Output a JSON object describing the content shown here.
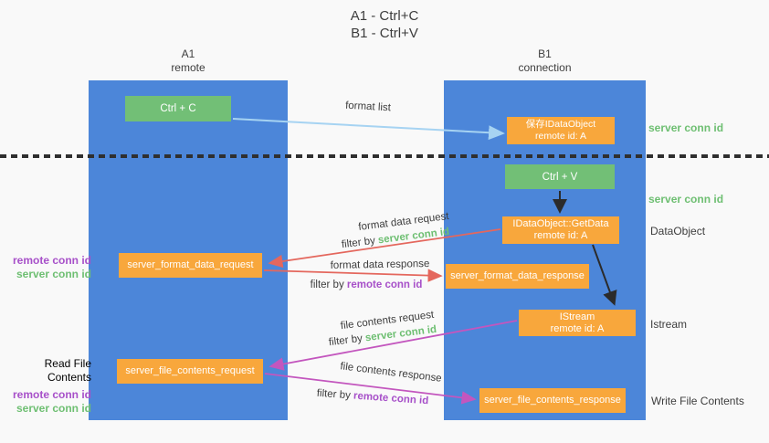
{
  "title": {
    "line1": "A1 - Ctrl+C",
    "line2": "B1 - Ctrl+V"
  },
  "lanes": {
    "left": {
      "title": "A1",
      "subtitle": "remote"
    },
    "right": {
      "title": "B1",
      "subtitle": "connection"
    }
  },
  "nodes": {
    "ctrl_c": {
      "label": "Ctrl + C"
    },
    "ctrl_v": {
      "label": "Ctrl + V"
    },
    "save_dataobject": {
      "line1": "保存IDataObject",
      "line2": "remote id: A"
    },
    "getdata": {
      "line1": "IDataObject::GetData",
      "line2": "remote id: A"
    },
    "istream": {
      "line1": "IStream",
      "line2": "remote id: A"
    },
    "format_request": {
      "label": "server_format_data_request"
    },
    "format_response": {
      "label": "server_format_data_response"
    },
    "file_request": {
      "label": "server_file_contents_request"
    },
    "file_response": {
      "label": "server_file_contents_response"
    }
  },
  "arrow_labels": {
    "format_list": "format list",
    "format_data_request": "format data request",
    "format_data_response": "format data response",
    "file_contents_request": "file contents request",
    "file_contents_response": "file contents response",
    "filter_by": "filter by",
    "server_conn_id": "server conn id",
    "remote_conn_id": "remote conn id"
  },
  "side_labels": {
    "server_conn_id_top": "server conn id",
    "server_conn_id_mid": "server conn id",
    "dataobject": "DataObject",
    "istream": "Istream",
    "write_file_contents": "Write File Contents",
    "read_file_contents": "Read File Contents",
    "remote_conn_id": "remote conn id",
    "server_conn_id": "server conn id"
  },
  "colors": {
    "background": "#f9f9f9",
    "lane_blue": "#4c86d9",
    "box_green": "#72bf76",
    "box_orange": "#f8a73c",
    "arrow_lightblue": "#a6d3f2",
    "arrow_red": "#e4675d",
    "arrow_magenta": "#c356be",
    "arrow_black": "#2b2b2b",
    "text_green": "#6ebf72",
    "text_purple": "#a750c9",
    "text_dark": "#3d3d3d"
  }
}
